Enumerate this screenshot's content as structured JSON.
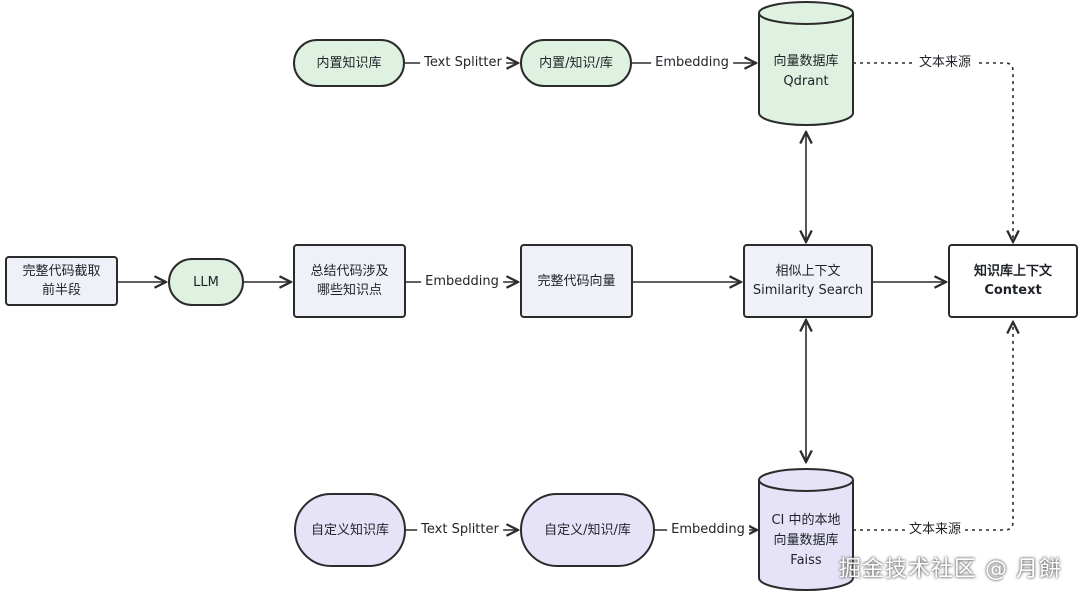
{
  "nodes": {
    "builtin_kb": "内置知识库",
    "builtin_kb_split": "内置/知识/库",
    "vector_db_qdrant": [
      "向量数据库",
      "Qdrant"
    ],
    "code_first_half": "完整代码截取前半段",
    "llm": "LLM",
    "summarize_knowledge": "总结代码涉及哪些知识点",
    "full_code_vector": "完整代码向量",
    "similarity_search": [
      "相似上下文",
      "Similarity Search"
    ],
    "kb_context": [
      "知识库上下文",
      "Context"
    ],
    "custom_kb": "自定义知识库",
    "custom_kb_split": "自定义/知识/库",
    "vector_db_faiss": [
      "CI 中的本地",
      "向量数据库",
      "Faiss"
    ]
  },
  "edges": {
    "text_splitter_top": "Text Splitter",
    "embedding_top": "Embedding",
    "source_top": "文本来源",
    "embedding_mid": "Embedding",
    "text_splitter_bottom": "Text Splitter",
    "embedding_bottom": "Embedding",
    "source_bottom": "文本来源"
  },
  "watermark": "掘金技术社区 @ 月餅",
  "colors": {
    "green_fill": "#dff1e0",
    "purple_fill": "#e6e3f8",
    "grey_fill": "#eef1f8",
    "stroke": "#2b2b2b"
  }
}
